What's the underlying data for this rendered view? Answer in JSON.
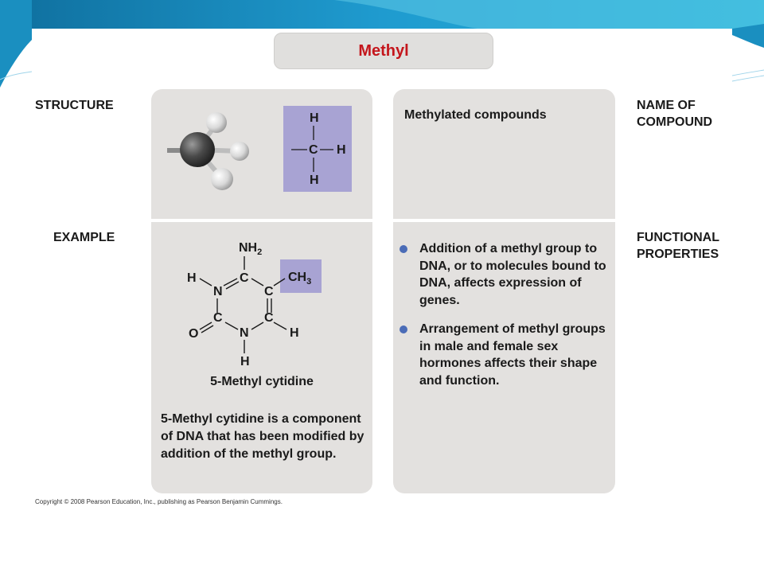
{
  "title": "Methyl",
  "labels": {
    "structure": "STRUCTURE",
    "example": "EXAMPLE",
    "name_of_compound_line1": "NAME OF",
    "name_of_compound_line2": "COMPOUND",
    "functional_properties_line1": "FUNCTIONAL",
    "functional_properties_line2": "PROPERTIES"
  },
  "structure_formula": {
    "top_h": "H",
    "carbon": "C",
    "right_h": "H",
    "bottom_h": "H",
    "left_bond": "—"
  },
  "compound_name": "Methylated compounds",
  "example_molecule": {
    "nh2": "NH",
    "nh2_sub": "2",
    "ch3": "CH",
    "ch3_sub": "3",
    "h_left": "H",
    "n_left": "N",
    "c_top_left": "C",
    "c_top_right": "C",
    "c_bottom_left": "C",
    "c_bottom_right": "C",
    "o_left": "O",
    "n_bottom": "N",
    "h_bottom": "H",
    "h_right": "H"
  },
  "example_caption": "5-Methyl cytidine",
  "example_description": "5-Methyl cytidine is a component of DNA that has been modified by addition of the methyl group.",
  "functional_bullets": [
    "Addition of a methyl group to DNA, or to molecules bound to DNA, affects expression of genes.",
    "Arrangement of methyl groups in male and female sex hormones affects their shape and function."
  ],
  "copyright": "Copyright © 2008 Pearson Education, Inc., publishing as Pearson Benjamin Cummings.",
  "colors": {
    "title_red": "#c4161c",
    "panel_gray": "#e3e1df",
    "highlight_purple": "#a8a3d3",
    "bullet_blue": "#4b6cb7",
    "banner_teal": "#1a8fc0"
  }
}
